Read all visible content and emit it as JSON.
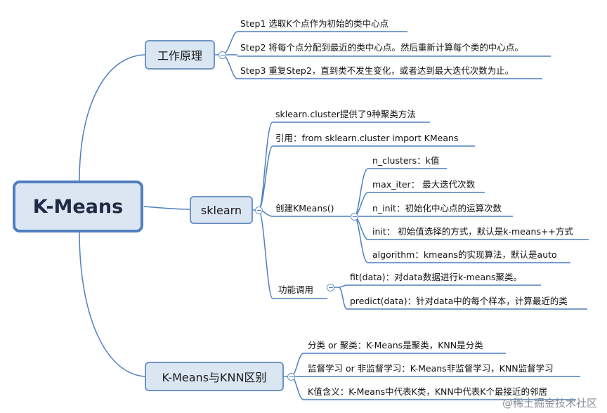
{
  "root": {
    "label": "K-Means"
  },
  "branches": {
    "principle": {
      "label": "工作原理",
      "steps": [
        "Step1 选取K个点作为初始的类中心点",
        "Step2 将每个点分配到最近的类中心点。然后重新计算每个类的中心点。",
        "Step3 重复Step2，直到类不发生变化，或者达到最大迭代次数为止。"
      ]
    },
    "sklearn": {
      "label": "sklearn",
      "items": [
        "sklearn.cluster提供了9种聚类方法",
        "引用：from sklearn.cluster import KMeans"
      ],
      "create": {
        "label": "创建KMeans()",
        "params": [
          "n_clusters：k值",
          "max_iter：  最大迭代次数",
          "n_init：初始化中心点的运算次数",
          "init：  初始值选择的方式，默认是k-means++方式",
          "algorithm：kmeans的实现算法，默认是auto"
        ]
      },
      "call": {
        "label": "功能调用",
        "methods": [
          "fit(data)：对data数据进行k-means聚类。",
          "predict(data)：针对data中的每个样本，计算最近的类"
        ]
      }
    },
    "knn": {
      "label": "K-Means与KNN区别",
      "items": [
        "分类 or 聚类：K-Means是聚类，KNN是分类",
        "监督学习 or 非监督学习：K-Means非监督学习，KNN监督学习",
        "K值含义：K-Means中代表K类，KNN中代表K个最接近的邻居"
      ]
    }
  },
  "watermark": "@稀土掘金技术社区",
  "colors": {
    "line": "#4f7fbf",
    "node_fill": "#dbe6f3",
    "node_border": "#6f95c4"
  }
}
